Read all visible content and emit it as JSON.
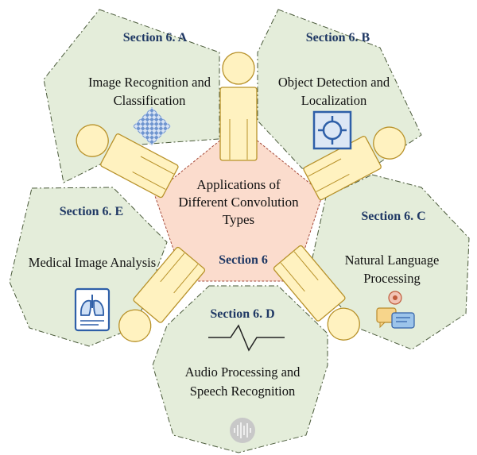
{
  "colors": {
    "section_fill": "#e4edda",
    "center_fill": "#fbdccd",
    "person_fill": "#fff2c0",
    "person_stroke": "#b8922a",
    "section_title": "#1f3864",
    "icon_blue": "#2e5fa8"
  },
  "center": {
    "lines": [
      "Applications of",
      "Different Convolution",
      "Types"
    ],
    "section": "Section 6"
  },
  "sections": [
    {
      "id": "A",
      "title": "Section 6. A",
      "lines": [
        "Image Recognition and",
        "Classification"
      ],
      "icon": "checkerboard-icon"
    },
    {
      "id": "B",
      "title": "Section 6. B",
      "lines": [
        "Object Detection and",
        "Localization"
      ],
      "icon": "crosshair-target-icon"
    },
    {
      "id": "C",
      "title": "Section 6. C",
      "lines": [
        "Natural Language",
        "Processing"
      ],
      "icon": "chat-bubbles-icon"
    },
    {
      "id": "D",
      "title": "Section 6. D",
      "lines": [
        "Audio Processing and",
        "Speech Recognition"
      ],
      "icon": "waveform-icon"
    },
    {
      "id": "E",
      "title": "Section 6. E",
      "lines": [
        "Medical Image Analysis"
      ],
      "icon": "lungs-xray-icon"
    }
  ]
}
